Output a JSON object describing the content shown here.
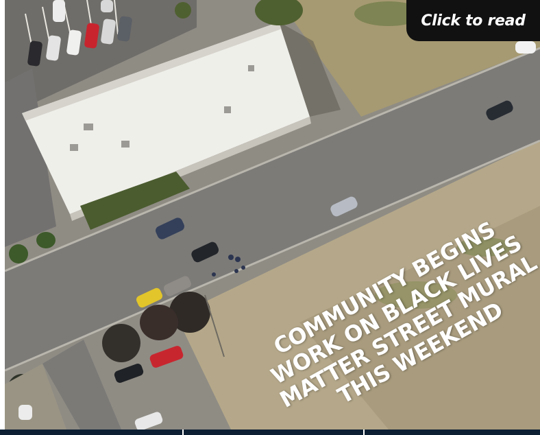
{
  "cta": {
    "label": "Click to read"
  },
  "headline": {
    "lines": [
      "COMMUNITY BEGINS",
      "WORK ON BLACK LIVES",
      "MATTER STREET MURAL",
      "THIS WEEKEND"
    ]
  },
  "colors": {
    "cta_background": "#111111",
    "cta_text": "#ffffff",
    "headline_text": "#ffffff",
    "bottom_bar": "#0c1f33"
  },
  "image": {
    "subject": "aerial-photo-street-with-building-and-grass-field"
  }
}
